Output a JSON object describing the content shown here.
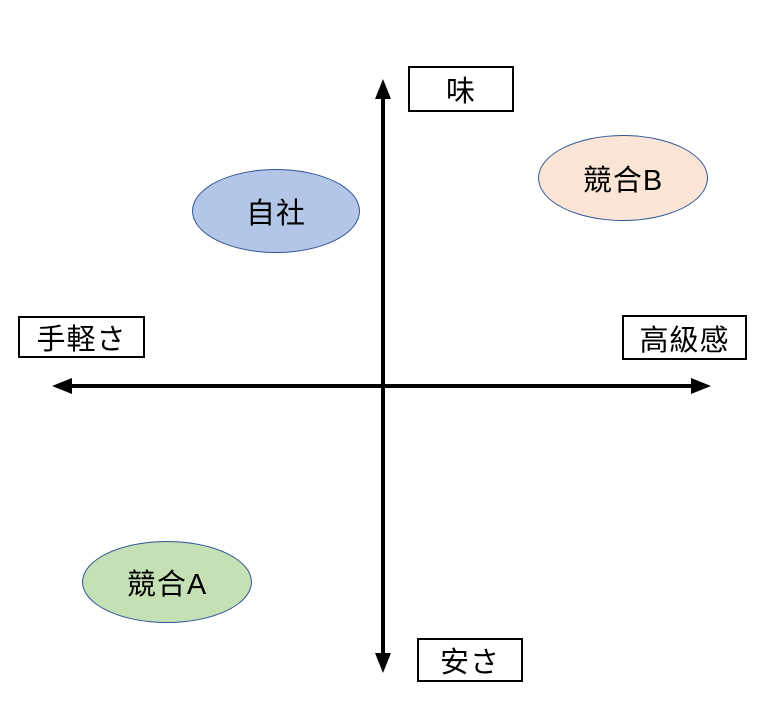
{
  "diagram": {
    "type": "positioning-map",
    "axes": {
      "vertical": {
        "top_label": "味",
        "bottom_label": "安さ"
      },
      "horizontal": {
        "left_label": "手軽さ",
        "right_label": "高級感"
      }
    },
    "entities": [
      {
        "label": "自社",
        "quadrant": "top-left",
        "fill": "#b4c6e7",
        "border": "#2f5597"
      },
      {
        "label": "競合B",
        "quadrant": "top-right",
        "fill": "#fbe5d6",
        "border": "#2f5597"
      },
      {
        "label": "競合A",
        "quadrant": "bottom-left",
        "fill": "#c5e0b4",
        "border": "#2f5597"
      }
    ],
    "colors": {
      "axis": "#000000",
      "label_box_border": "#000000",
      "background": "#ffffff"
    }
  }
}
